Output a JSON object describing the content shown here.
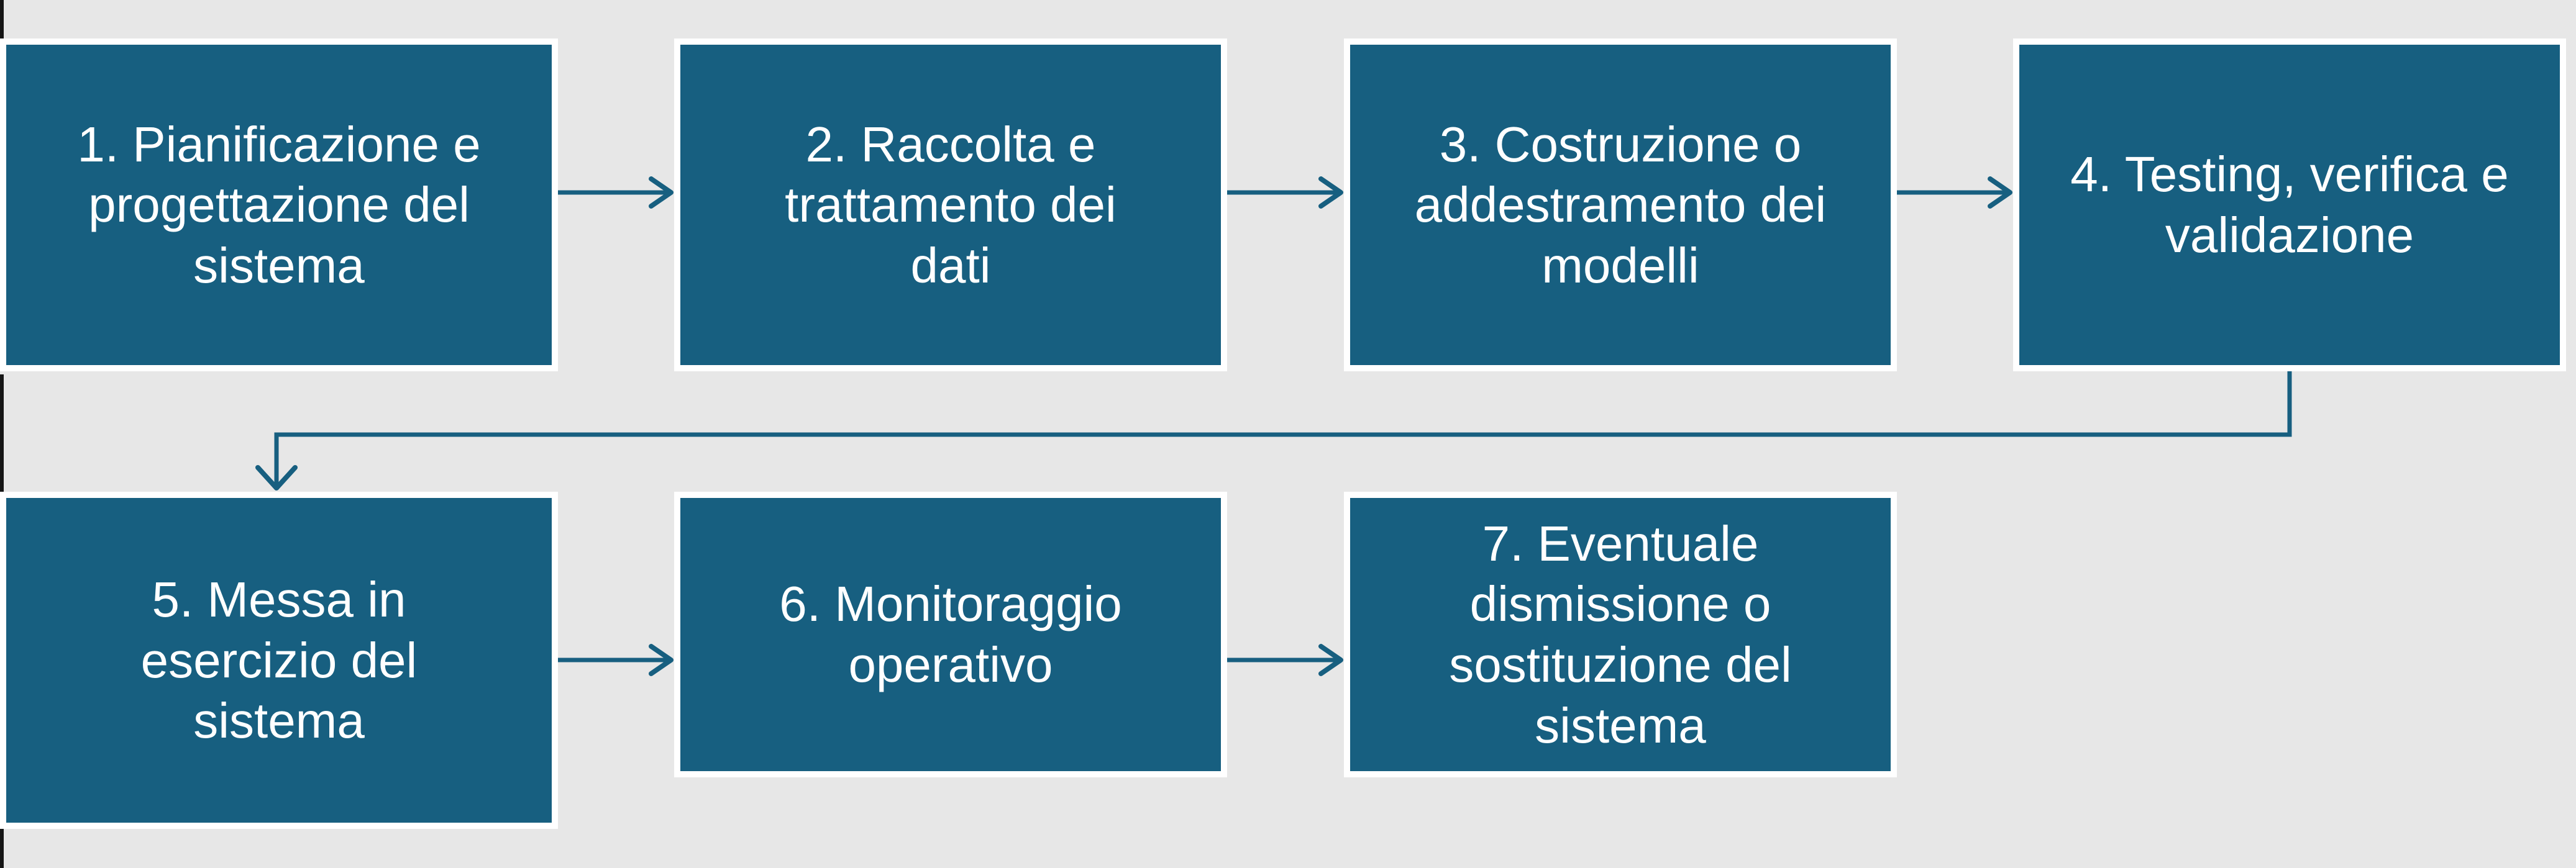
{
  "colors": {
    "background": "#E7E7E7",
    "box_fill": "#175F80",
    "box_border": "#FFFFFF",
    "connector": "#175F80",
    "text": "#FFFFFF",
    "left_edge_bar": "#161616"
  },
  "boxes": [
    {
      "id": "step-1",
      "label": "1. Pianificazione e progettazione del sistema",
      "lines": [
        "1. Pianificazione e",
        "progettazione del",
        "sistema"
      ]
    },
    {
      "id": "step-2",
      "label": "2. Raccolta e trattamento dei dati",
      "lines": [
        "2. Raccolta e",
        "trattamento dei",
        "dati"
      ]
    },
    {
      "id": "step-3",
      "label": "3. Costruzione o addestramento dei modelli",
      "lines": [
        "3. Costruzione o",
        "addestramento dei",
        "modelli"
      ]
    },
    {
      "id": "step-4",
      "label": "4. Testing, verifica e validazione",
      "lines": [
        "4. Testing, verifica e",
        "validazione"
      ]
    },
    {
      "id": "step-5",
      "label": "5. Messa in esercizio del sistema",
      "lines": [
        "5. Messa in",
        "esercizio del",
        "sistema"
      ]
    },
    {
      "id": "step-6",
      "label": "6. Monitoraggio operativo",
      "lines": [
        "6. Monitoraggio",
        "operativo"
      ]
    },
    {
      "id": "step-7",
      "label": "7. Eventuale dismissione o sostituzione del sistema",
      "lines": [
        "7. Eventuale",
        "dismissione o",
        "sostituzione del",
        "sistema"
      ]
    }
  ],
  "connectors": [
    {
      "from": "step-1",
      "to": "step-2",
      "type": "straight-right-arrow"
    },
    {
      "from": "step-2",
      "to": "step-3",
      "type": "straight-right-arrow"
    },
    {
      "from": "step-3",
      "to": "step-4",
      "type": "straight-right-arrow"
    },
    {
      "from": "step-4",
      "to": "step-5",
      "type": "elbow-down-left-down-arrow"
    },
    {
      "from": "step-5",
      "to": "step-6",
      "type": "straight-right-arrow"
    },
    {
      "from": "step-6",
      "to": "step-7",
      "type": "straight-right-arrow"
    }
  ]
}
